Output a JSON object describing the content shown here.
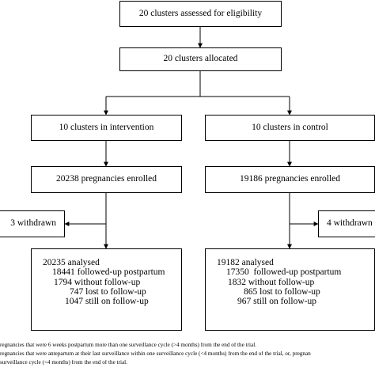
{
  "boxes": {
    "eligibility": "20 clusters assessed for eligibility",
    "allocated": "20 clusters allocated",
    "intervention": "10 clusters in intervention",
    "control": "10 clusters in control",
    "enrolled_intervention": "20238 pregnancies enrolled",
    "enrolled_control": "19186 pregnancies enrolled",
    "withdrawn_intervention": "3 withdrawn",
    "withdrawn_control": "4 withdrawn"
  },
  "analysed_intervention": [
    "20235 analysed",
    "18441 followed-up postpartum",
    "1794 without follow-up",
    "747 lost to follow-up",
    "1047 still on follow-up"
  ],
  "analysed_control": [
    "19182 analysed",
    "17350  followed-up postpartum",
    "1832 without follow-up",
    "865 lost to follow-up",
    "967 still on follow-up"
  ],
  "footnotes": [
    "regnancies that were 6 weeks postpartum more than one surveillance cycle (>4 months) from the end of the trial.",
    "regnancies that were antepartum at their last surveillance within one surveillance cycle (<4 months) from the end of the trial, or, pregnan",
    "surveillance cycle (<4 months) from the end of the trial."
  ],
  "colors": {
    "line": "#000000",
    "box_fill": "#ffffff",
    "text": "#000000"
  }
}
